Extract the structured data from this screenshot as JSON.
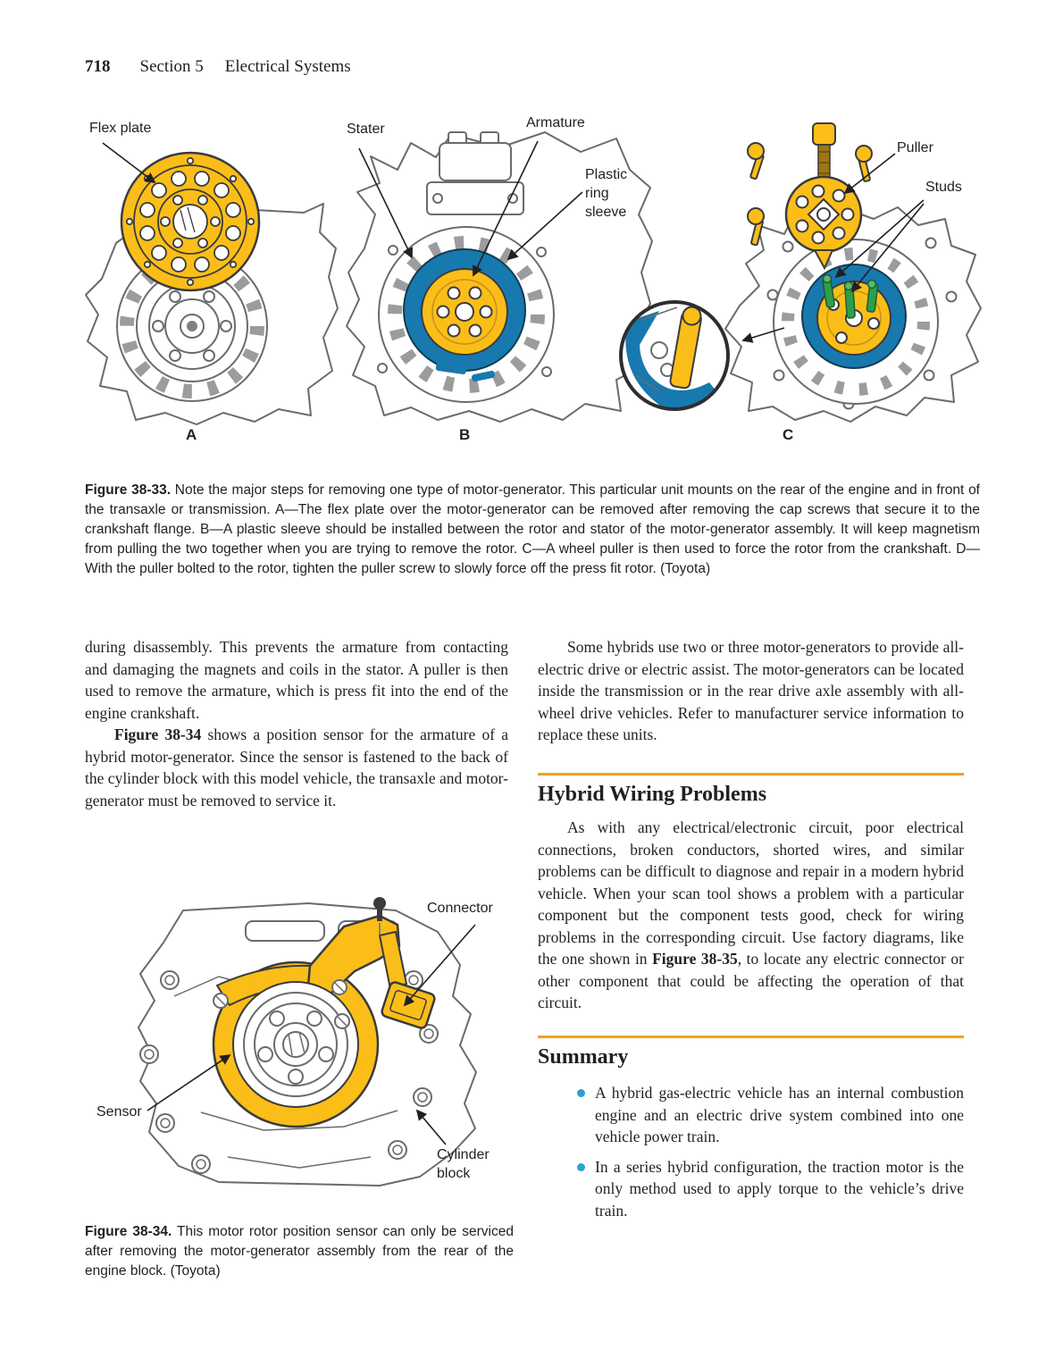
{
  "page": {
    "number": "718",
    "section_label": "Section 5",
    "section_title": "Electrical Systems"
  },
  "colors": {
    "accent_orange": "#F6A01A",
    "bullet_blue": "#2E9FD4",
    "diagram_yellow": "#FBBE18",
    "diagram_blue": "#1879AF",
    "diagram_green": "#2F9E4B",
    "ink": "#231F20"
  },
  "figure_38_33": {
    "labels": {
      "flex_plate": "Flex plate",
      "stater": "Stater",
      "armature": "Armature",
      "plastic_ring_sleeve": "Plastic\nring\nsleeve",
      "puller": "Puller",
      "studs": "Studs"
    },
    "panels": {
      "a": "A",
      "b": "B",
      "c": "C"
    },
    "caption_lead": "Figure 38-33.",
    "caption_rest": " Note the major steps for removing one type of motor-generator. This particular unit mounts on the rear of the engine and in front of the transaxle or transmission. A—The flex plate over the motor-generator can be removed after removing the cap screws that secure it to the crankshaft flange. B—A plastic sleeve should be installed between the rotor and stator of the motor-generator assembly. It will keep magnetism from pulling the two together when you are trying to remove the rotor. C—A wheel puller is then used to force the rotor from the crankshaft. D—With the puller bolted to the rotor, tighten the puller screw to slowly force off the press fit rotor. (Toyota)"
  },
  "figure_38_34": {
    "labels": {
      "connector": "Connector",
      "sensor": "Sensor",
      "cylinder_block": "Cylinder\nblock"
    },
    "caption_lead": "Figure 38-34.",
    "caption_rest": " This motor rotor position sensor can only be serviced after removing the motor-generator assembly from the rear of the engine block. (Toyota)"
  },
  "left_column": {
    "para1": "during disassembly. This prevents the armature from contacting and damaging the magnets and coils in the stator. A puller is then used to remove the armature, which is press fit into the end of the engine crankshaft.",
    "para2_parts": [
      "Figure 38-34",
      " shows a position sensor for the armature of a hybrid motor-generator. Since the sensor is fastened to the back of the cylinder block with this model vehicle, the transaxle and motor-generator must be removed to service it."
    ]
  },
  "right_column": {
    "para1": "Some hybrids use two or three motor-generators to provide all-electric drive or electric assist. The motor-generators can be located inside the transmission or in the rear drive axle assembly with all-wheel drive vehicles. Refer to manufacturer service information to replace these units.",
    "heading1": "Hybrid Wiring Problems",
    "para2_parts": [
      "As with any electrical/electronic circuit, poor electrical connections, broken conductors, shorted wires, and similar problems can be difficult to diagnose and repair in a modern hybrid vehicle. When your scan tool shows a problem with a particular component but the component tests good, check for wiring problems in the corresponding circuit. Use factory diagrams, like the one shown in ",
      "Figure 38-35",
      ", to locate any electric connector or other component that could be affecting the operation of that circuit."
    ],
    "heading2": "Summary",
    "bullets": [
      "A hybrid gas-electric vehicle has an internal combustion engine and an electric drive system combined into one vehicle power train.",
      "In a series hybrid configuration, the traction motor is the only method used to apply torque to the vehicle’s drive train."
    ]
  }
}
